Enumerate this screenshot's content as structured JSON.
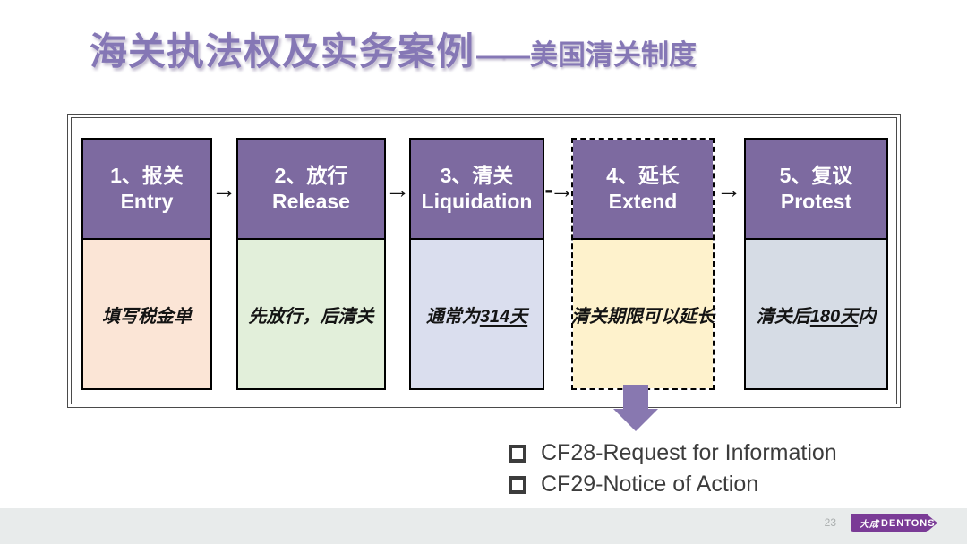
{
  "slide": {
    "title": {
      "main": "海关执法权及实务案例",
      "dash": "——",
      "sub": "美国清关制度",
      "color": "#8577B5"
    },
    "flow": {
      "header_color": "#7D6AA0",
      "steps": [
        {
          "num_cn": "1、报关",
          "en": "Entry",
          "body": {
            "pre": "填写税金单",
            "u": "",
            "post": ""
          },
          "body_color": "#FBE5D6",
          "dashed": false
        },
        {
          "num_cn": "2、放行",
          "en": "Release",
          "body": {
            "pre": "先放行，后清关",
            "u": "",
            "post": ""
          },
          "body_color": "#E2EFDA",
          "dashed": false
        },
        {
          "num_cn": "3、清关",
          "en": "Liquidation",
          "body": {
            "pre": "通常为",
            "u": "314天",
            "post": ""
          },
          "body_color": "#DADEEE",
          "dashed": false
        },
        {
          "num_cn": "4、延长",
          "en": "Extend",
          "body": {
            "pre": "清关期限可以延长",
            "u": "",
            "post": ""
          },
          "body_color": "#FEF2CC",
          "dashed": true
        },
        {
          "num_cn": "5、复议",
          "en": "Protest",
          "body": {
            "pre": "清关后",
            "u": "180天",
            "post": "内"
          },
          "body_color": "#D6DCE5",
          "dashed": false
        }
      ],
      "arrows": [
        "→",
        "→",
        "-→",
        "→"
      ]
    },
    "callout": {
      "arrow_color": "#8878B0",
      "items": [
        "CF28-Request for Information",
        "CF29-Notice of Action"
      ]
    },
    "footer": {
      "page": "23",
      "logo_cn": "大成",
      "logo_en": "DENTONS",
      "logo_color": "#7A3B96"
    }
  }
}
